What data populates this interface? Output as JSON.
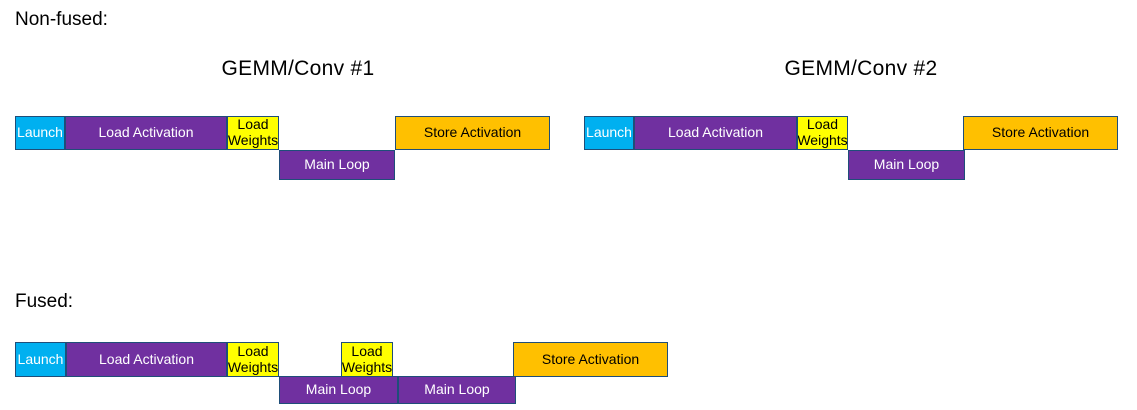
{
  "sections": {
    "non_fused": {
      "label": "Non-fused:",
      "kernel1_title": "GEMM/Conv #1",
      "kernel2_title": "GEMM/Conv #2"
    },
    "fused": {
      "label": "Fused:"
    }
  },
  "labels": {
    "launch": "Launch",
    "load_activation": "Load Activation",
    "load_weights": "Load Weights",
    "main_loop": "Main Loop",
    "store_activation": "Store Activation"
  },
  "colors": {
    "launch_blue": "#00B0F0",
    "activation_purple": "#7030A0",
    "weights_yellow": "#FFFF00",
    "store_orange": "#FFC000",
    "outline_navy": "#1F4E79",
    "background": "#FFFFFF",
    "text_on_dark": "#FFFFFF",
    "text_on_light": "#000000"
  }
}
